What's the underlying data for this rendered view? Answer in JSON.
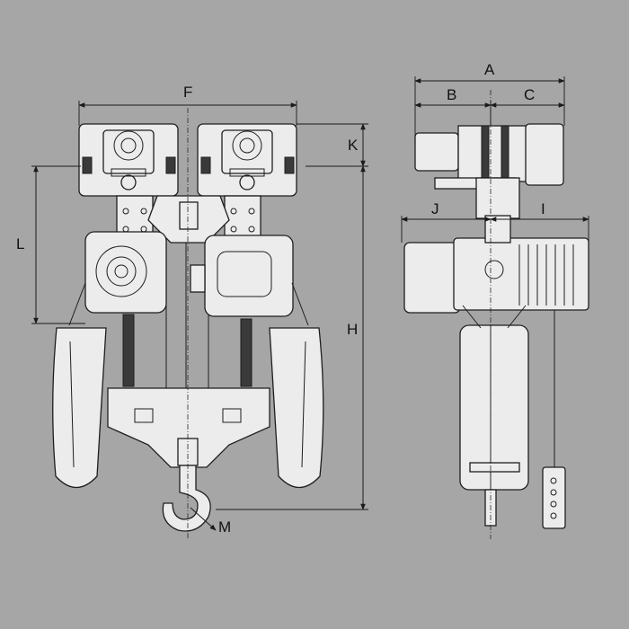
{
  "dimension_labels": {
    "F": "F",
    "K": "K",
    "L": "L",
    "H": "H",
    "M": "M",
    "A": "A",
    "B": "B",
    "C": "C",
    "J": "J",
    "I": "I"
  },
  "colors": {
    "background": "#a6a6a6",
    "part_fill": "#ececec",
    "line": "#1e1e1e"
  }
}
